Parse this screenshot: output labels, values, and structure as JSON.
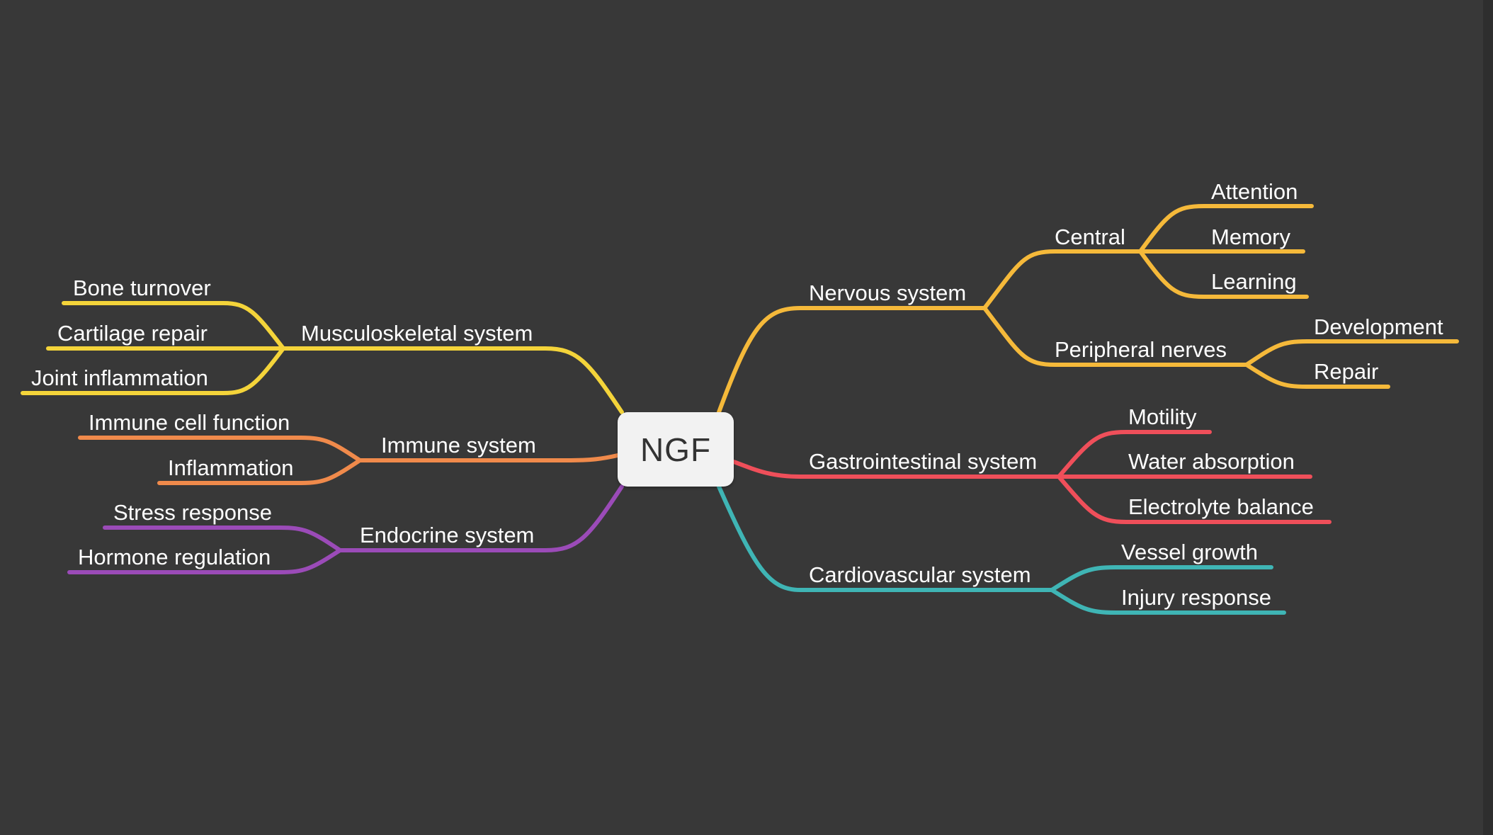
{
  "root": {
    "label": "NGF"
  },
  "colors": {
    "nervous": "#f5b93a",
    "musculoskeletal": "#f4d43a",
    "immune": "#f08a4b",
    "endocrine": "#9b4bb8",
    "gastro": "#ef4f5a",
    "cardio": "#3fb5b5",
    "background": "#383838",
    "root_box": "#f2f2f2"
  },
  "branches": {
    "nervous": {
      "label": "Nervous system",
      "central": {
        "label": "Central",
        "children": [
          "Attention",
          "Memory",
          "Learning"
        ]
      },
      "peripheral": {
        "label": "Peripheral nerves",
        "children": [
          "Development",
          "Repair"
        ]
      }
    },
    "gastro": {
      "label": "Gastrointestinal system",
      "children": [
        "Motility",
        "Water absorption",
        "Electrolyte balance"
      ]
    },
    "cardio": {
      "label": "Cardiovascular system",
      "children": [
        "Vessel growth",
        "Injury response"
      ]
    },
    "musculoskeletal": {
      "label": "Musculoskeletal system",
      "children": [
        "Bone turnover",
        "Cartilage repair",
        "Joint inflammation"
      ]
    },
    "immune": {
      "label": "Immune system",
      "children": [
        "Immune cell function",
        "Inflammation"
      ]
    },
    "endocrine": {
      "label": "Endocrine system",
      "children": [
        "Stress response",
        "Hormone regulation"
      ]
    }
  }
}
